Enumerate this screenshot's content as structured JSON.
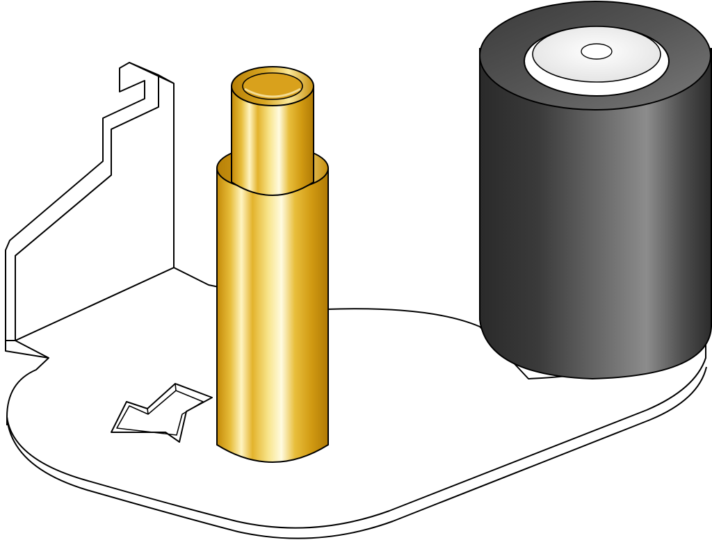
{
  "colors": {
    "background": "#ffffff",
    "outline": "#000000",
    "bracket_fill": "#ffffff",
    "brass_dark": "#c9900a",
    "brass_mid": "#e0b52c",
    "brass_light": "#fff3b5",
    "roller_dark": "#262626",
    "roller_mid": "#4a4a4a",
    "roller_light": "#8a8a8a",
    "bushing_fill": "#f3f3f3"
  },
  "parts": [
    "mounting-bracket",
    "brass-post",
    "rubber-roller",
    "shaft-bushing"
  ]
}
